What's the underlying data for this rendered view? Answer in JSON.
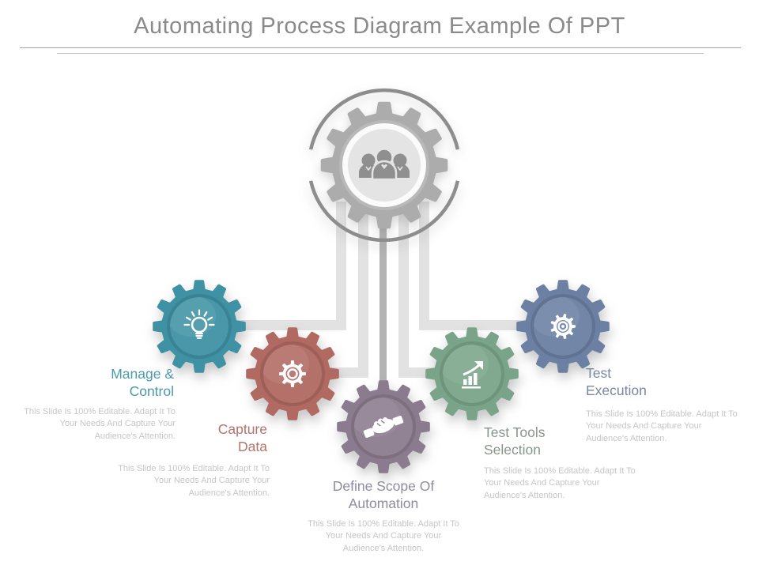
{
  "title": "Automating Process Diagram Example Of PPT",
  "colors": {
    "title": "#8A8A8A",
    "caption": "#C6C6C6",
    "connector": "#E2E2E2",
    "center_connector": "#B3B3B3",
    "center_gear": "#ACACAC",
    "center_ring": "#B9B9B9",
    "center_white": "#FBFBFB",
    "center_disc": "#E4E4E4",
    "center_arc": "#8D8D8D",
    "people": "#8F8F8F"
  },
  "center": {
    "icon": "team-icon"
  },
  "steps": [
    {
      "id": "manage",
      "label": "Manage & Control",
      "caption": "This Slide Is 100% Editable. Adapt It To Your Needs And Capture Your Audience's Attention.",
      "color": "#3F91A4",
      "label_color": "#4B9AAE",
      "icon": "lightbulb-icon"
    },
    {
      "id": "capture",
      "label": "Capture Data",
      "caption": "This Slide Is 100% Editable. Adapt It To Your Needs And Capture Your Audience's Attention.",
      "color": "#B06A62",
      "label_color": "#B5736B",
      "icon": "cog-icon"
    },
    {
      "id": "define",
      "label": "Define Scope Of Automation",
      "caption": "This Slide Is 100% Editable. Adapt It To Your Needs And Capture Your Audience's Attention.",
      "color": "#8B7B8E",
      "label_color": "#8F8CA0",
      "icon": "handshake-icon"
    },
    {
      "id": "tools",
      "label": "Test Tools Selection",
      "caption": "This Slide Is 100% Editable. Adapt It To Your Needs And Capture Your Audience's Attention.",
      "color": "#7AA489",
      "label_color": "#879688",
      "icon": "growth-chart-icon"
    },
    {
      "id": "exec",
      "label": "Test Execution",
      "caption": "This Slide Is 100% Editable. Adapt It To Your Needs And Capture Your Audience's Attention.",
      "color": "#6B80A2",
      "label_color": "#7A87A2",
      "icon": "gear-badge-icon"
    }
  ]
}
